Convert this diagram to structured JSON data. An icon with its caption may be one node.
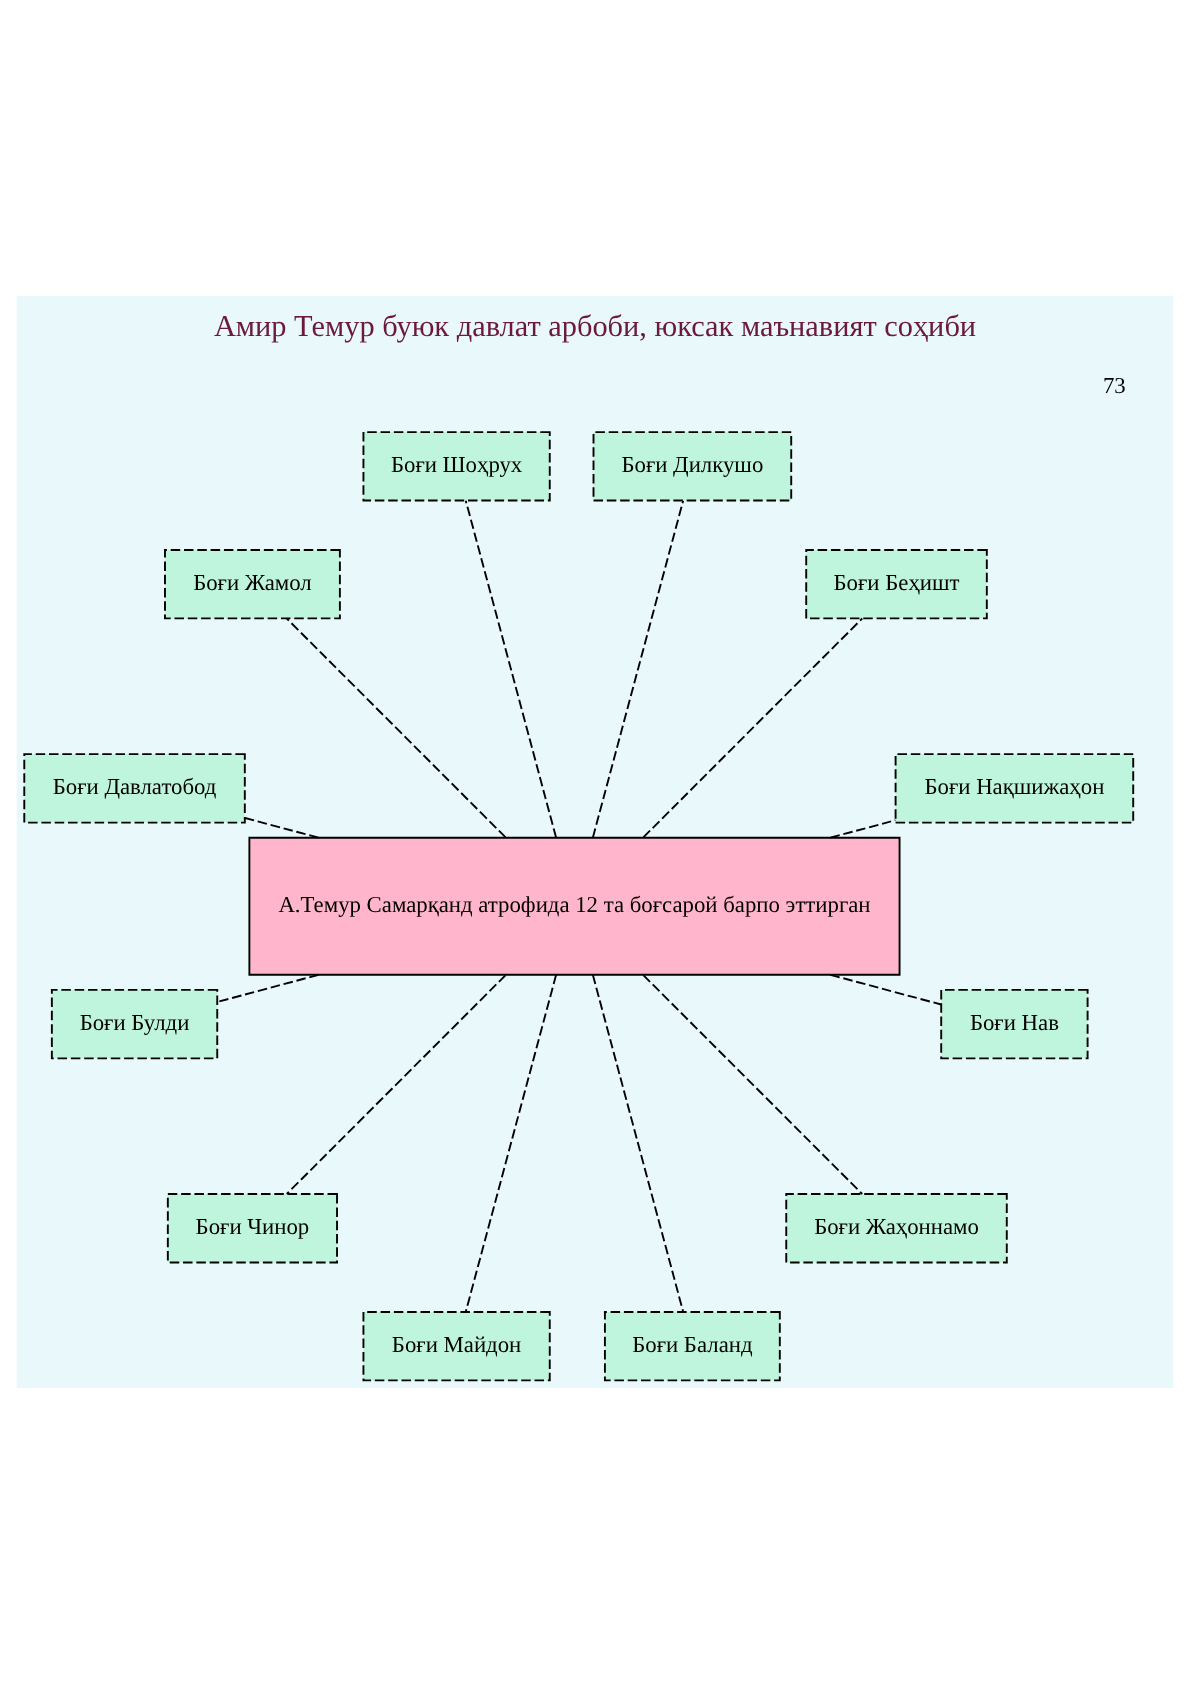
{
  "diagram": {
    "title": "Амир Темур буюк давлат арбоби, юксак маънавият соҳиби",
    "nodes": [
      {
        "text": [
          "А.Темур Самарқанд атрофида 12 та боғсарой барпо эттирган"
        ]
      },
      {
        "text": [
          "Боғи Нақшижаҳон"
        ]
      },
      {
        "text": [
          "Боғи Беҳишт"
        ]
      },
      {
        "text": [
          "Боғи Дилкушо"
        ]
      },
      {
        "text": [
          "Боғи Шоҳрух"
        ]
      },
      {
        "text": [
          "Боғи Жамол"
        ]
      },
      {
        "text": [
          "Боғи Давлатобод"
        ]
      },
      {
        "text": [
          "Боғи Булди"
        ]
      },
      {
        "text": [
          "Боғи Чинор"
        ]
      },
      {
        "text": [
          "Боғи Майдон"
        ]
      },
      {
        "text": [
          "Боғи Баланд"
        ]
      },
      {
        "text": [
          "Боғи Жаҳоннамо"
        ]
      },
      {
        "text": [
          "Боғи Нав"
        ]
      }
    ],
    "edges": [
      {
        "from": 0,
        "to": 1,
        "arrow": "none",
        "style": "dashed"
      },
      {
        "from": 0,
        "to": 2,
        "arrow": "none",
        "style": "dashed"
      },
      {
        "from": 0,
        "to": 4,
        "arrow": "none",
        "style": "dashed"
      },
      {
        "from": 0,
        "to": 6,
        "arrow": "none",
        "style": "dashed"
      },
      {
        "from": 0,
        "to": 8,
        "arrow": "none",
        "style": "dashed"
      },
      {
        "from": 0,
        "to": 10,
        "arrow": "none",
        "style": "dashed"
      },
      {
        "from": 0,
        "to": 12,
        "arrow": "none",
        "style": "dashed"
      },
      {
        "from": 0,
        "to": 11,
        "arrow": "none",
        "style": "dashed"
      },
      {
        "from": 0,
        "to": 9,
        "arrow": "none",
        "style": "dashed"
      },
      {
        "from": 0,
        "to": 7,
        "arrow": "none",
        "style": "dashed"
      },
      {
        "from": 0,
        "to": 5,
        "arrow": "none",
        "style": "dashed"
      },
      {
        "from": 0,
        "to": 3,
        "arrow": "none",
        "style": "dashed"
      }
    ],
    "labels": [
      "73"
    ]
  }
}
